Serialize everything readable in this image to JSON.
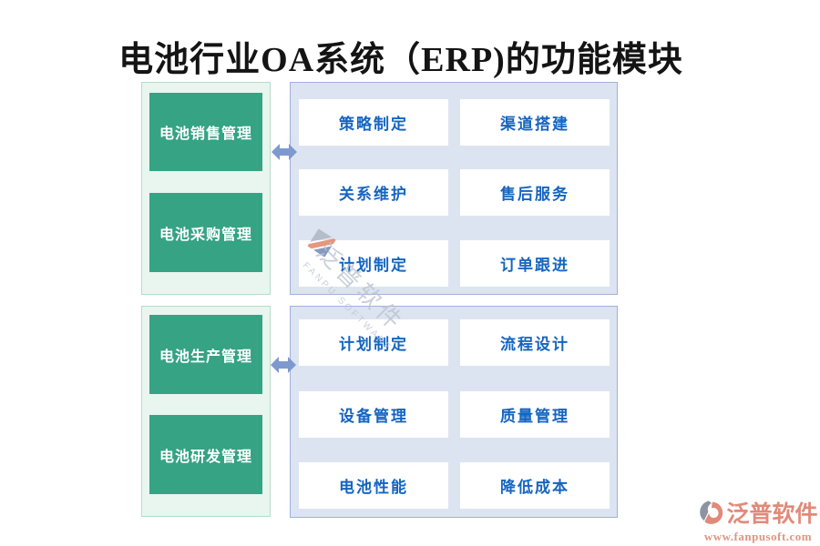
{
  "title": "电池行业OA系统（ERP)的功能模块",
  "groups": {
    "top": {
      "left": [
        "电池销售管理",
        "电池采购管理"
      ],
      "right": [
        "策略制定",
        "渠道搭建",
        "关系维护",
        "售后服务",
        "计划制定",
        "订单跟进"
      ]
    },
    "bottom": {
      "left": [
        "电池生产管理",
        "电池研发管理"
      ],
      "right": [
        "计划制定",
        "流程设计",
        "设备管理",
        "质量管理",
        "电池性能",
        "降低成本"
      ]
    }
  },
  "watermark": {
    "brand": "泛普软件",
    "brand_en": "FANPU SOFTWARE"
  },
  "footer": {
    "brand": "泛普软件",
    "url": "www.fanpusoft.com"
  },
  "colors": {
    "title_text": "#141414",
    "green_box": "#35a384",
    "green_panel_bg": "#e9f5ef",
    "green_panel_border": "#b7dcc9",
    "blue_panel_bg": "#dde4f1",
    "blue_panel_border": "#9fb2dd",
    "module_text": "#1565c0",
    "arrow": "#7e99d0",
    "watermark_text": "#bcc4d2",
    "brand_salmon": "#e18a79"
  }
}
